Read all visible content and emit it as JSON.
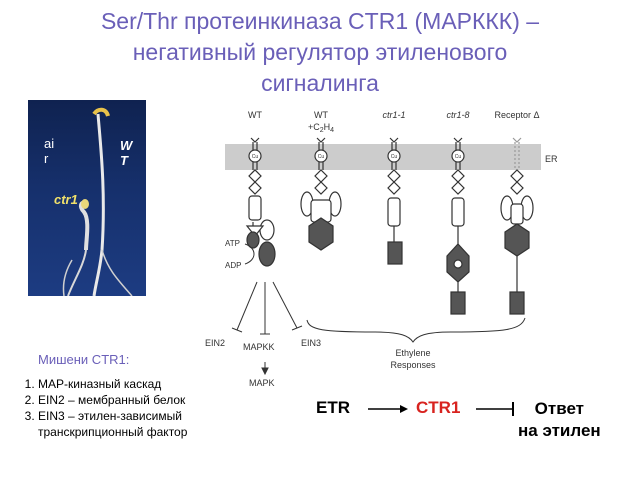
{
  "title": {
    "line1": "Ser/Thr протеинкиназа CTR1 (МАРККК) –",
    "line2": "негативный регулятор этиленового",
    "line3": "сигналинга"
  },
  "photo": {
    "air_label": "air",
    "wt_label": "WT",
    "ctr1_label": "ctr1"
  },
  "diagram": {
    "columns": [
      "WT",
      "WT",
      "ctr1-1",
      "ctr1-8",
      "Receptor Δ"
    ],
    "wt_c2h4_prefix": "+C",
    "wt_c2h4_sub1": "2",
    "wt_c2h4_mid": "H",
    "wt_c2h4_sub2": "4",
    "membrane_label": "ER",
    "cu_label": "Cu",
    "atp": "ATP",
    "adp": "ADP",
    "ein2": "EIN2",
    "mapkk": "MAPKK",
    "ein3": "EIN3",
    "mapk": "MAPK",
    "responses_line1": "Ethylene",
    "responses_line2": "Responses"
  },
  "targets": {
    "title": "Мишени CTR1:",
    "items": [
      "MAP-киназный каскад",
      "EIN2 – мембранный белок",
      "EIN3 – этилен-зависимый транскрипционный фактор"
    ]
  },
  "pathway": {
    "etr": "ETR",
    "ctr1": "CTR1",
    "response_line1": "Ответ",
    "response_line2": "на этилен"
  },
  "colors": {
    "title": "#6a5fb8",
    "ctr1": "#d8231f",
    "membrane": "#cccccc",
    "protein": "#555555"
  }
}
